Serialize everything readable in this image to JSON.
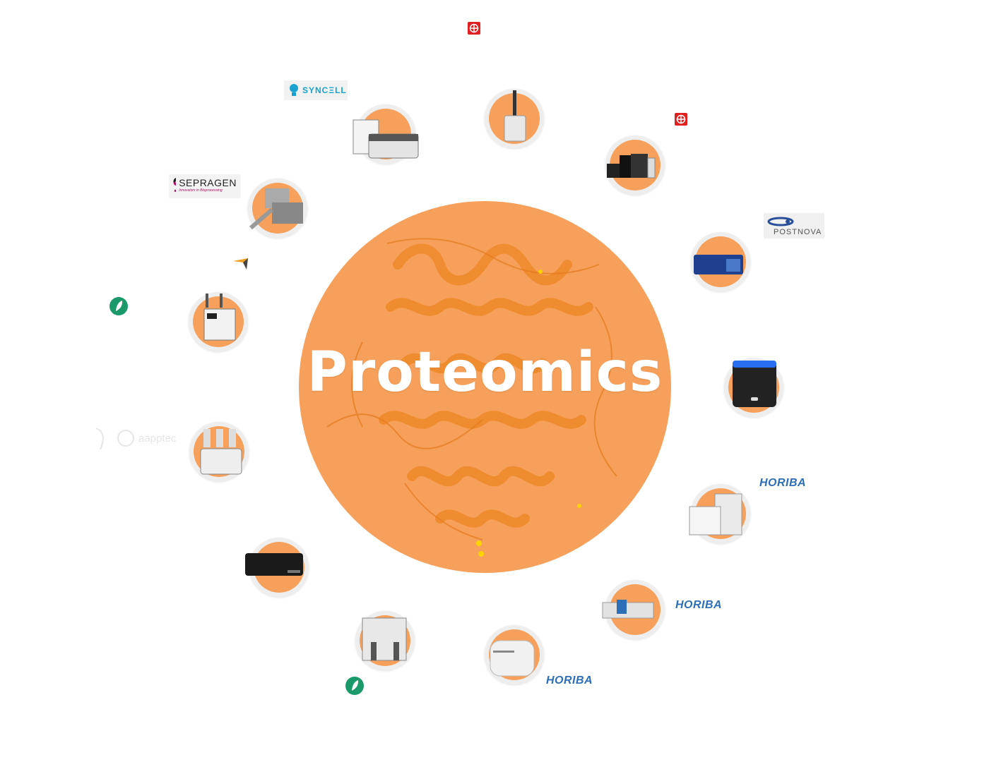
{
  "center": {
    "title": "Proteomics"
  },
  "brands": {
    "syncell": "SYNCΞLL",
    "sepragen": "SEPRAGEN",
    "sepragen_tagline": "Innovators in Bioprocessing",
    "postnova": "POSTNOVA",
    "horiba": "HORIBA",
    "aapptec": "aapptec"
  },
  "icons": [
    "red-crosshair-logo-icon",
    "green-leaf-logo-icon",
    "navigation-arrow-icon",
    "protein-ribbon-graphic"
  ],
  "colors": {
    "accent": "#f6a05b",
    "ring": "#eeeeee",
    "horiba": "#2c6fb7",
    "syncell": "#1aa3d0",
    "leaf": "#1a9a6a",
    "red_logo": "#e02020"
  }
}
